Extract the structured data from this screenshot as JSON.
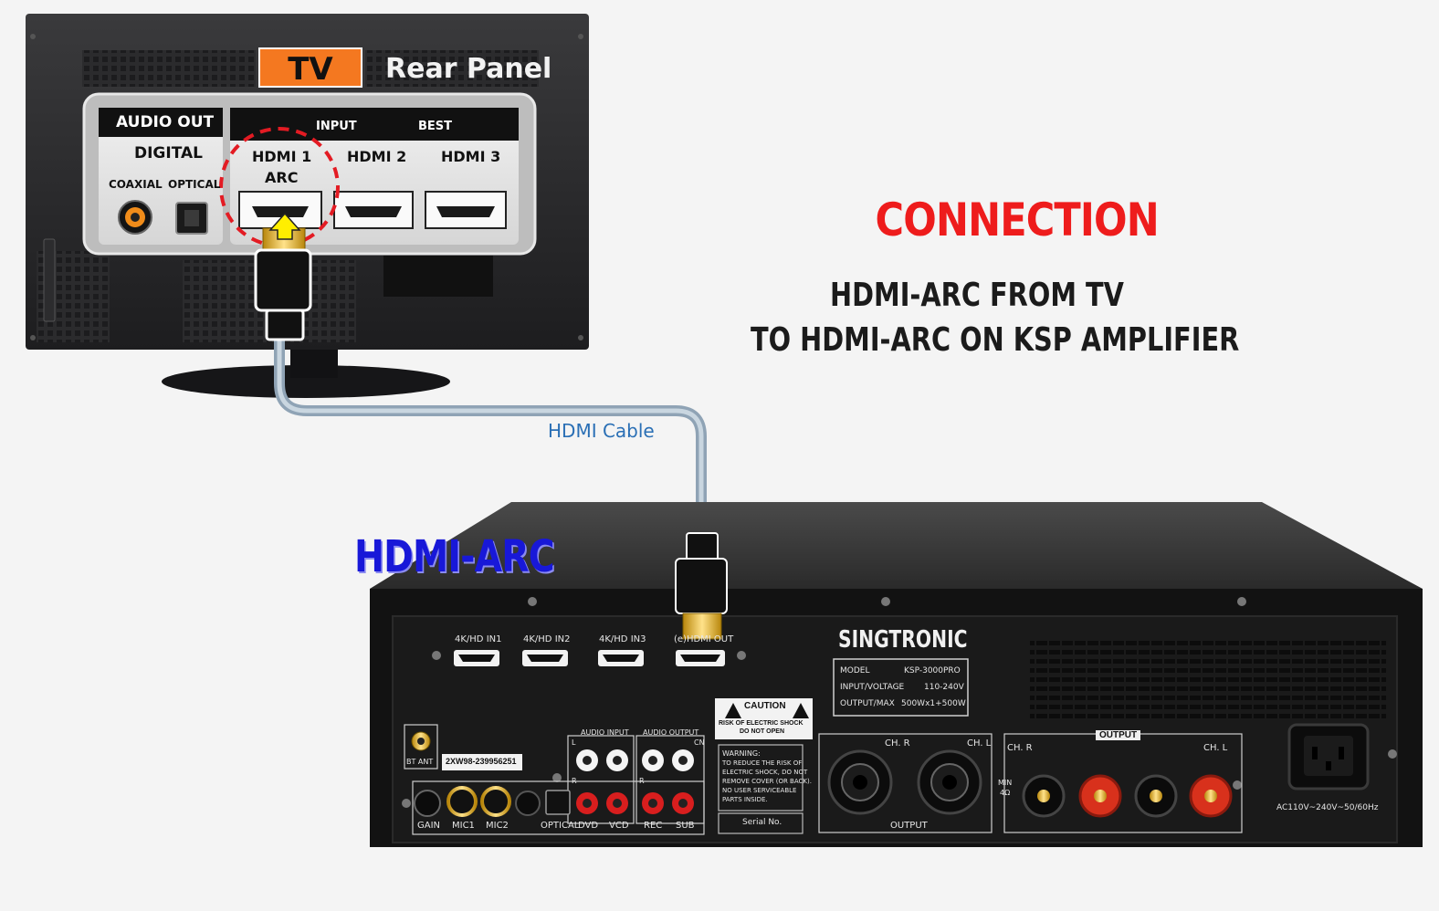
{
  "heading": {
    "title": "CONNECTION",
    "line1": "HDMI-ARC FROM TV",
    "line2": "TO HDMI-ARC ON KSP AMPLIFIER"
  },
  "cable_label": "HDMI Cable",
  "arc_label": "HDMI-ARC",
  "tv": {
    "badge": "TV",
    "panel_title": "Rear Panel",
    "audio_out": "AUDIO OUT",
    "digital": "DIGITAL",
    "coaxial": "COAXIAL",
    "optical": "OPTICAL",
    "input": "INPUT",
    "best": "BEST",
    "hdmi1": "HDMI 1",
    "arc": "ARC",
    "hdmi2": "HDMI 2",
    "hdmi3": "HDMI 3"
  },
  "amp": {
    "brand": "SINGTRONIC",
    "in1": "4K/HD IN1",
    "in2": "4K/HD IN2",
    "in3": "4K/HD IN3",
    "out": "(e)HDMI OUT",
    "model_k": "MODEL",
    "model_v": "KSP-3000PRO",
    "volt_k": "INPUT/VOLTAGE",
    "volt_v": "110-240V",
    "pow_k": "OUTPUT/MAX",
    "pow_v": "500Wx1+500W",
    "caution": "CAUTION",
    "risk1": "RISK OF ELECTRIC SHOCK",
    "risk2": "DO NOT OPEN",
    "warn1": "WARNING:",
    "warn2": "TO REDUCE THE RISK OF",
    "warn3": "ELECTRIC SHOCK, DO NOT",
    "warn4": "REMOVE COVER (OR BACK).",
    "warn5": "NO USER SERVICEABLE",
    "warn6": "PARTS INSIDE.",
    "serial": "Serial No.",
    "bt_ant": "BT ANT",
    "serial_code": "2XW98-239956251",
    "audio_input": "AUDIO INPUT",
    "audio_output": "AUDIO OUTPUT",
    "l": "L",
    "r": "R",
    "cn": "CN",
    "gain": "GAIN",
    "mic1": "MIC1",
    "mic2": "MIC2",
    "optical": "OPTICAL",
    "dvd": "DVD",
    "vcd": "VCD",
    "rec": "REC",
    "sub": "SUB",
    "chr": "CH. R",
    "chl": "CH. L",
    "output": "OUTPUT",
    "output_top": "OUTPUT",
    "min1": "MIN",
    "min2": "4Ω",
    "ac": "AC110V~240V~50/60Hz"
  },
  "colors": {
    "accent_red": "#ee1c1c",
    "arc_blue": "#1818d8",
    "cable_text": "#2a6fb5",
    "tv_badge": "#f47820"
  }
}
